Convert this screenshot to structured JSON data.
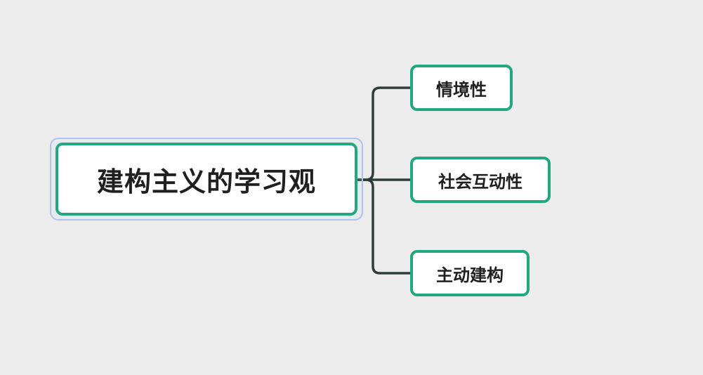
{
  "diagram": {
    "root": {
      "label": "建构主义的学习观",
      "selected": true
    },
    "children": [
      {
        "label": "情境性"
      },
      {
        "label": "社会互动性"
      },
      {
        "label": "主动建构"
      }
    ],
    "colors": {
      "background": "#ececec",
      "node_border": "#21a87e",
      "node_fill": "#ffffff",
      "connector": "#2f3c3a",
      "selection_outline": "#abc4ee",
      "text": "#1f1f1f"
    }
  }
}
